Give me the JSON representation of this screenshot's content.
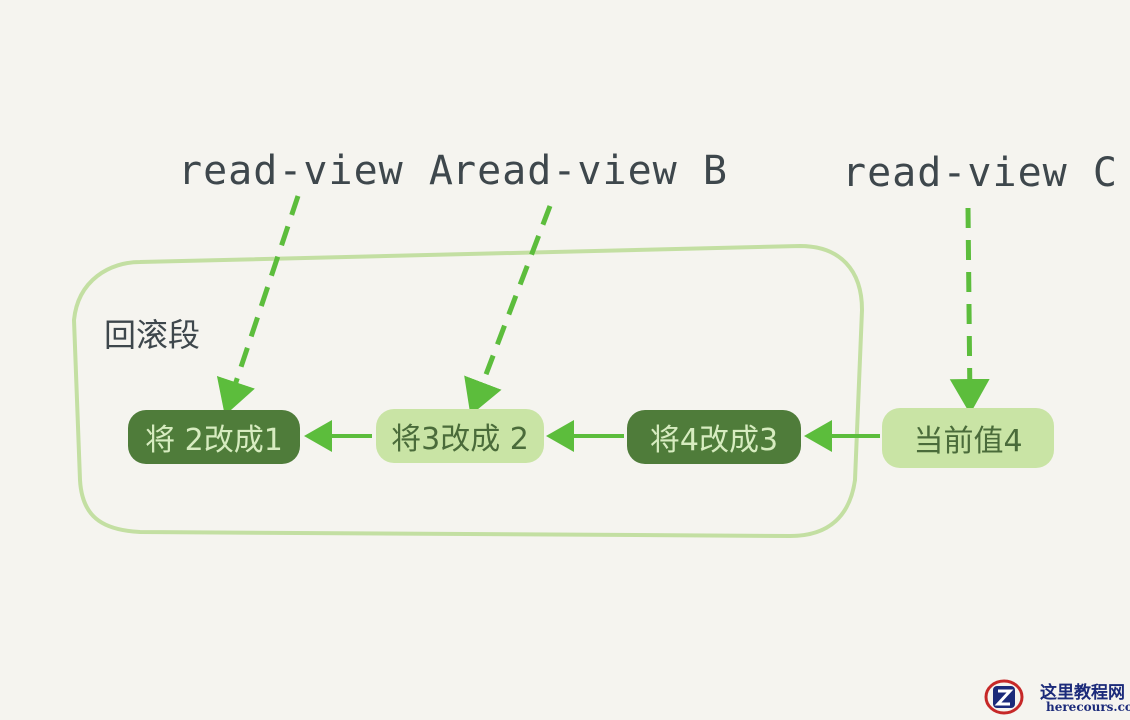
{
  "read_views": {
    "a": "read-view A",
    "b": "read-view B",
    "c": "read-view C"
  },
  "segment_label": "回滚段",
  "nodes": {
    "n1": "将 2改成1",
    "n2": "将3改成 2",
    "n3": "将4改成3",
    "n4": "当前值4"
  },
  "watermark": {
    "title": "这里教程网",
    "subtitle": "herecours.com"
  },
  "colors": {
    "background": "#f5f4ef",
    "arrow_green": "#5cbd3c",
    "container_green": "#c3dfa2",
    "node_dark": "#4f7c3a",
    "node_light": "#c9e4a5",
    "text_dark": "#3e474c"
  }
}
